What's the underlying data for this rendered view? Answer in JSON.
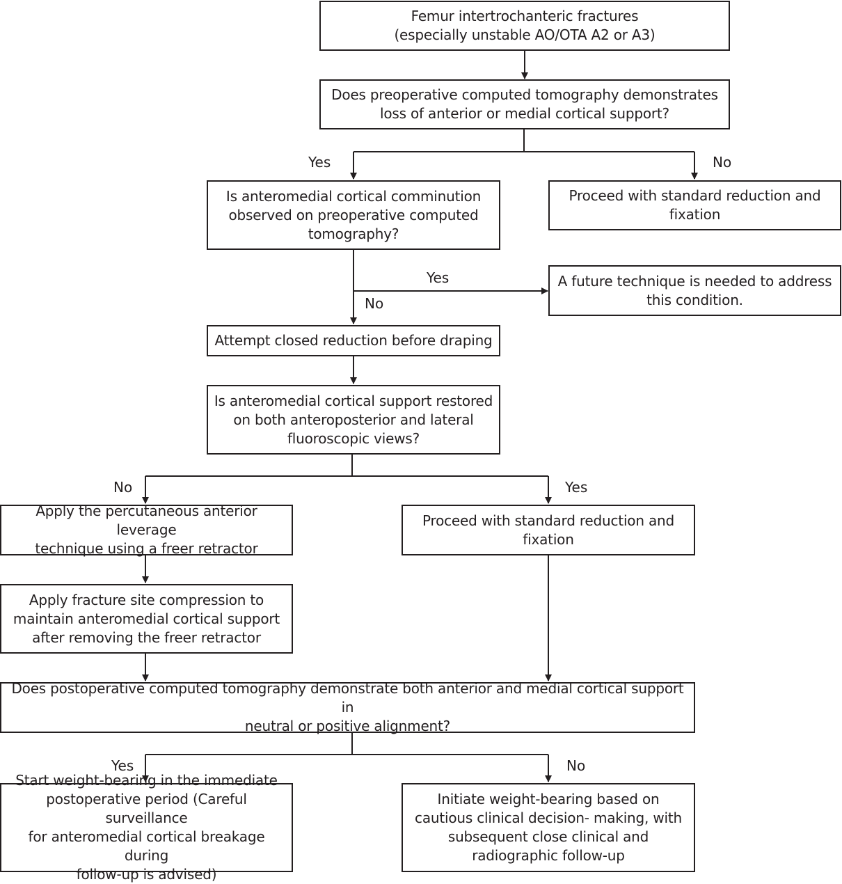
{
  "colors": {
    "line": "#231f20",
    "background": "#ffffff"
  },
  "nodes": {
    "start": "Femur intertrochanteric fractures\n(especially unstable AO/OTA A2 or A3)",
    "q_preop_ct": "Does preoperative computed tomography demonstrates\nloss of anterior or medial cortical support?",
    "q_comminution": "Is anteromedial cortical comminution\nobserved on preoperative computed\ntomography?",
    "standard_1": "Proceed with standard reduction and\nfixation",
    "future_technique": "A future technique is needed to address\nthis condition.",
    "closed_reduction": "Attempt closed reduction before draping",
    "q_restored": "Is anteromedial cortical support restored\non both anteroposterior and lateral\nfluoroscopic views?",
    "leverage": "Apply the percutaneous anterior leverage\ntechnique using a freer retractor",
    "standard_2": "Proceed with standard reduction and\nfixation",
    "compression": "Apply fracture site compression to\nmaintain anteromedial cortical support\nafter removing the freer retractor",
    "q_postop_ct": "Does postoperative computed tomography demonstrate both anterior and medial cortical support in\nneutral or positive alignment?",
    "weight_immediate": "Start weight-bearing in the immediate\npostoperative period (Careful surveillance\nfor anteromedial cortical breakage during\nfollow-up is advised)",
    "weight_cautious": "Initiate weight-bearing based on\ncautious clinical decision- making, with\nsubsequent close clinical and\nradiographic follow-up"
  },
  "labels": {
    "preop_yes": "Yes",
    "preop_no": "No",
    "comminution_yes": "Yes",
    "comminution_no": "No",
    "restored_no": "No",
    "restored_yes": "Yes",
    "postop_yes": "Yes",
    "postop_no": "No"
  }
}
